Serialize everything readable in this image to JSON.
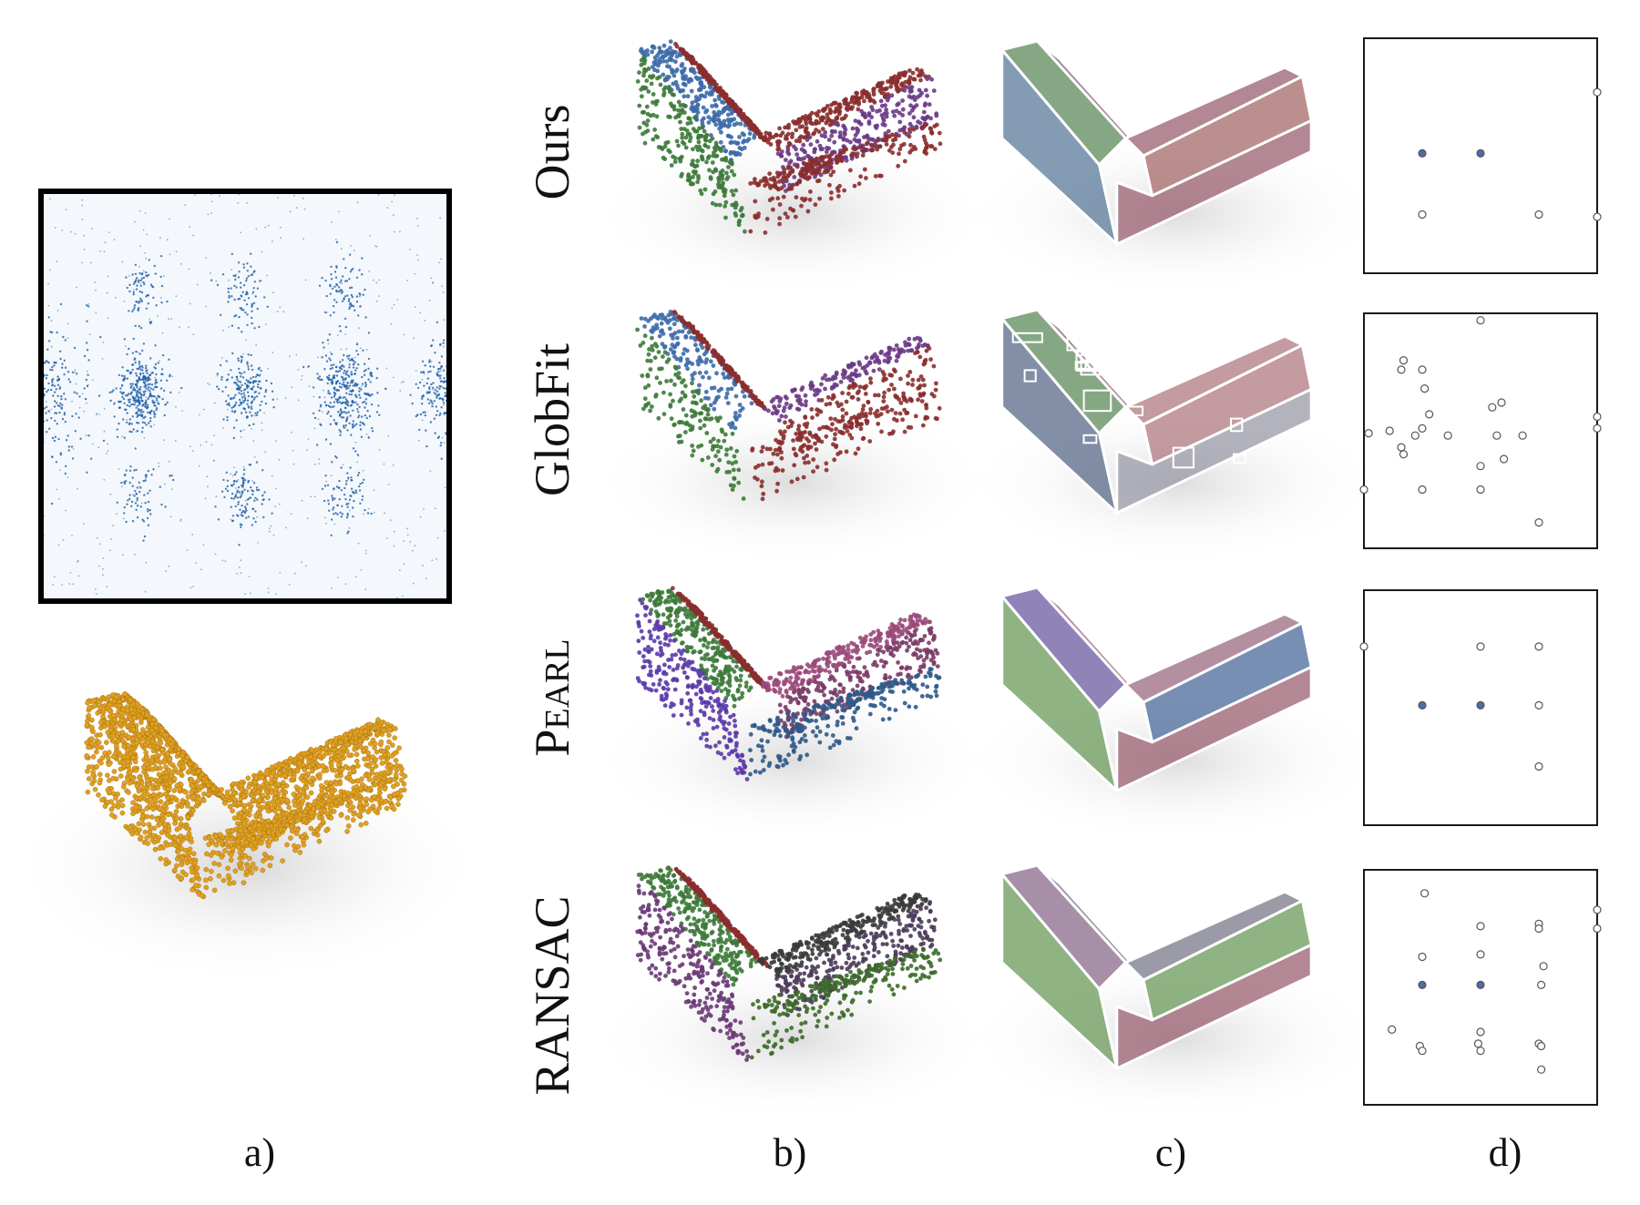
{
  "row_labels": [
    {
      "key": "ours",
      "text": "Ours"
    },
    {
      "key": "globfit",
      "text": "GlobFit"
    },
    {
      "key": "pearl",
      "text": "Pearl"
    },
    {
      "key": "ransac",
      "text": "RANSAC"
    }
  ],
  "captions": [
    "a)",
    "b)",
    "c)",
    "d)"
  ],
  "colors": {
    "point_fill": "#ffffff",
    "point_stroke": "#555555",
    "point_highlight": "#4a6fa5",
    "panel_border": "#1a1a1a",
    "heatmap_dot": "#1f5fa8",
    "heatmap_bg": "#f4f8fc",
    "raw_cloud": "#e0a020"
  },
  "panels_d": [
    {
      "key": "ours",
      "points": [
        {
          "x": 0.25,
          "y": 0.49,
          "hl": true
        },
        {
          "x": 0.5,
          "y": 0.49,
          "hl": true
        },
        {
          "x": 0.25,
          "y": 0.75,
          "hl": false
        },
        {
          "x": 0.75,
          "y": 0.75,
          "hl": false
        },
        {
          "x": 1.0,
          "y": 0.23,
          "hl": false
        },
        {
          "x": 1.0,
          "y": 0.76,
          "hl": false
        }
      ]
    },
    {
      "key": "globfit",
      "points": [
        {
          "x": 0.5,
          "y": 0.03,
          "hl": false
        },
        {
          "x": 0.17,
          "y": 0.2,
          "hl": false
        },
        {
          "x": 0.16,
          "y": 0.24,
          "hl": false
        },
        {
          "x": 0.25,
          "y": 0.24,
          "hl": false
        },
        {
          "x": 0.26,
          "y": 0.32,
          "hl": false
        },
        {
          "x": 0.28,
          "y": 0.43,
          "hl": false
        },
        {
          "x": 0.25,
          "y": 0.49,
          "hl": false
        },
        {
          "x": 0.22,
          "y": 0.52,
          "hl": false
        },
        {
          "x": 0.02,
          "y": 0.51,
          "hl": false
        },
        {
          "x": 0.11,
          "y": 0.5,
          "hl": false
        },
        {
          "x": 0.36,
          "y": 0.52,
          "hl": false
        },
        {
          "x": 0.16,
          "y": 0.57,
          "hl": false
        },
        {
          "x": 0.17,
          "y": 0.6,
          "hl": false
        },
        {
          "x": 0.55,
          "y": 0.4,
          "hl": false
        },
        {
          "x": 0.59,
          "y": 0.38,
          "hl": false
        },
        {
          "x": 0.57,
          "y": 0.52,
          "hl": false
        },
        {
          "x": 0.68,
          "y": 0.52,
          "hl": false
        },
        {
          "x": 0.6,
          "y": 0.62,
          "hl": false
        },
        {
          "x": 0.5,
          "y": 0.65,
          "hl": false
        },
        {
          "x": 0.25,
          "y": 0.75,
          "hl": false
        },
        {
          "x": 0.5,
          "y": 0.75,
          "hl": false
        },
        {
          "x": 0.75,
          "y": 0.89,
          "hl": false
        },
        {
          "x": 1.0,
          "y": 0.44,
          "hl": false
        },
        {
          "x": 1.0,
          "y": 0.49,
          "hl": false
        },
        {
          "x": 0.0,
          "y": 0.75,
          "hl": false
        }
      ]
    },
    {
      "key": "pearl",
      "points": [
        {
          "x": 0.0,
          "y": 0.24,
          "hl": false
        },
        {
          "x": 0.5,
          "y": 0.24,
          "hl": false
        },
        {
          "x": 0.75,
          "y": 0.24,
          "hl": false
        },
        {
          "x": 0.25,
          "y": 0.49,
          "hl": true
        },
        {
          "x": 0.5,
          "y": 0.49,
          "hl": true
        },
        {
          "x": 0.75,
          "y": 0.49,
          "hl": false
        },
        {
          "x": 0.75,
          "y": 0.75,
          "hl": false
        }
      ]
    },
    {
      "key": "ransac",
      "points": [
        {
          "x": 0.26,
          "y": 0.1,
          "hl": false
        },
        {
          "x": 0.5,
          "y": 0.24,
          "hl": false
        },
        {
          "x": 0.75,
          "y": 0.23,
          "hl": false
        },
        {
          "x": 0.75,
          "y": 0.25,
          "hl": false
        },
        {
          "x": 0.25,
          "y": 0.37,
          "hl": false
        },
        {
          "x": 0.5,
          "y": 0.36,
          "hl": false
        },
        {
          "x": 0.77,
          "y": 0.41,
          "hl": false
        },
        {
          "x": 0.25,
          "y": 0.49,
          "hl": true
        },
        {
          "x": 0.5,
          "y": 0.49,
          "hl": true
        },
        {
          "x": 0.76,
          "y": 0.49,
          "hl": false
        },
        {
          "x": 0.12,
          "y": 0.68,
          "hl": false
        },
        {
          "x": 0.5,
          "y": 0.69,
          "hl": false
        },
        {
          "x": 0.24,
          "y": 0.75,
          "hl": false
        },
        {
          "x": 0.25,
          "y": 0.77,
          "hl": false
        },
        {
          "x": 0.49,
          "y": 0.74,
          "hl": false
        },
        {
          "x": 0.5,
          "y": 0.77,
          "hl": false
        },
        {
          "x": 0.75,
          "y": 0.74,
          "hl": false
        },
        {
          "x": 0.76,
          "y": 0.75,
          "hl": false
        },
        {
          "x": 0.76,
          "y": 0.85,
          "hl": false
        },
        {
          "x": 1.0,
          "y": 0.17,
          "hl": false
        },
        {
          "x": 1.0,
          "y": 0.25,
          "hl": false
        }
      ]
    }
  ]
}
